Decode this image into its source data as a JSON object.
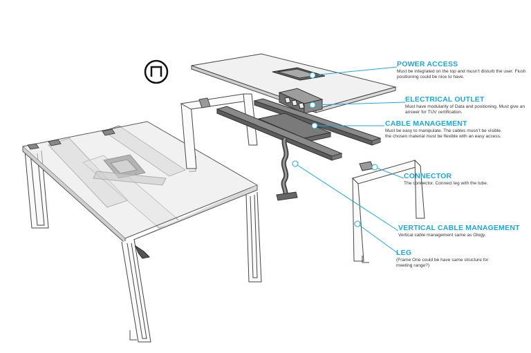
{
  "logo": {
    "icon": "frame-one-logo-icon"
  },
  "accent_color": "#1fa6d8",
  "callouts": {
    "power_access": {
      "title": "POWER ACCESS",
      "desc": "Must be integrated on the top and musn’t disturb the user. Flush positioning could be nice to have."
    },
    "electrical_outlet": {
      "title": "ELECTRICAL OUTLET",
      "desc": "Must have modularity of Data and positioning. Must give an answer for TUV certification."
    },
    "cable_management": {
      "title": "CABLE MANAGEMENT",
      "desc": "Must be easy to manipulate. The cables musn’t be visible. the chosen material must be flexible with an easy access."
    },
    "connector": {
      "title": "CONNECTOR",
      "desc": "The connector. Connect leg with the tube."
    },
    "vertical_cable_management": {
      "title": "VERTICAL CABLE MANAGEMENT",
      "desc": "Vertical cable management same as Ology."
    },
    "leg": {
      "title": "LEG",
      "desc": "(Frame One could be have same structure for meeting range?)"
    }
  }
}
